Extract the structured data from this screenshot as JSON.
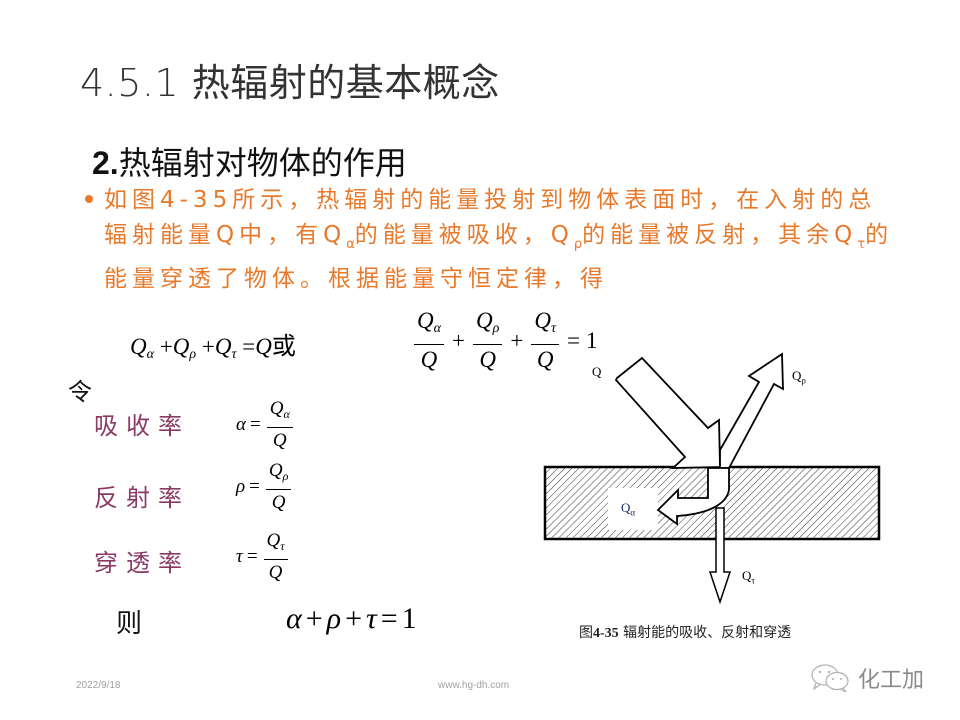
{
  "slide": {
    "title": "4.5.1 热辐射的基本概念",
    "section_number": "2.",
    "section_title": "热辐射对物体的作用"
  },
  "bullet": {
    "part1": "如图4-35所示，热辐射的能量投射到物体表面时，在入射的总辐射能量Q中，有Q",
    "sub1": "α",
    "part2": "的能量被吸收，Q",
    "sub2": "ρ",
    "part3": "的能量被反射，其余Q",
    "sub3": "τ",
    "part4": "的能量穿透了物体。根据能量守恒定律，得"
  },
  "equations": {
    "sum": {
      "q": "Q",
      "alpha": "α",
      "rho": "ρ",
      "tau": "τ",
      "plus": "+",
      "equals": "=",
      "or": "或"
    },
    "ratio": {
      "q": "Q",
      "alpha": "α",
      "rho": "ρ",
      "tau": "τ",
      "plus": "+",
      "equals": "=",
      "one": "1"
    },
    "ling": "令",
    "ze": "则",
    "final": {
      "alpha": "α",
      "rho": "ρ",
      "tau": "τ",
      "plus": "+",
      "equals": "=",
      "one": "1"
    }
  },
  "rates": [
    {
      "label": "吸收率",
      "symbol": "α",
      "sub": "α"
    },
    {
      "label": "反射率",
      "symbol": "ρ",
      "sub": "ρ"
    },
    {
      "label": "穿透率",
      "symbol": "τ",
      "sub": "τ"
    }
  ],
  "figure": {
    "incident_label": "Q",
    "reflected_label": "Q",
    "reflected_sub": "ρ",
    "absorbed_label": "Q",
    "absorbed_sub": "α",
    "transmitted_label": "Q",
    "transmitted_sub": "τ",
    "caption_prefix": "图",
    "caption_number": "4-35",
    "caption_text": " 辐射能的吸收、反射和穿透"
  },
  "footer": {
    "date": "2022/9/18",
    "url": "www.hg-dh.com",
    "watermark": "化工加"
  },
  "colors": {
    "bullet_text": "#e8792a",
    "rate_label": "#8a3a64",
    "title": "#333333",
    "footer": "#a0a0a0"
  }
}
